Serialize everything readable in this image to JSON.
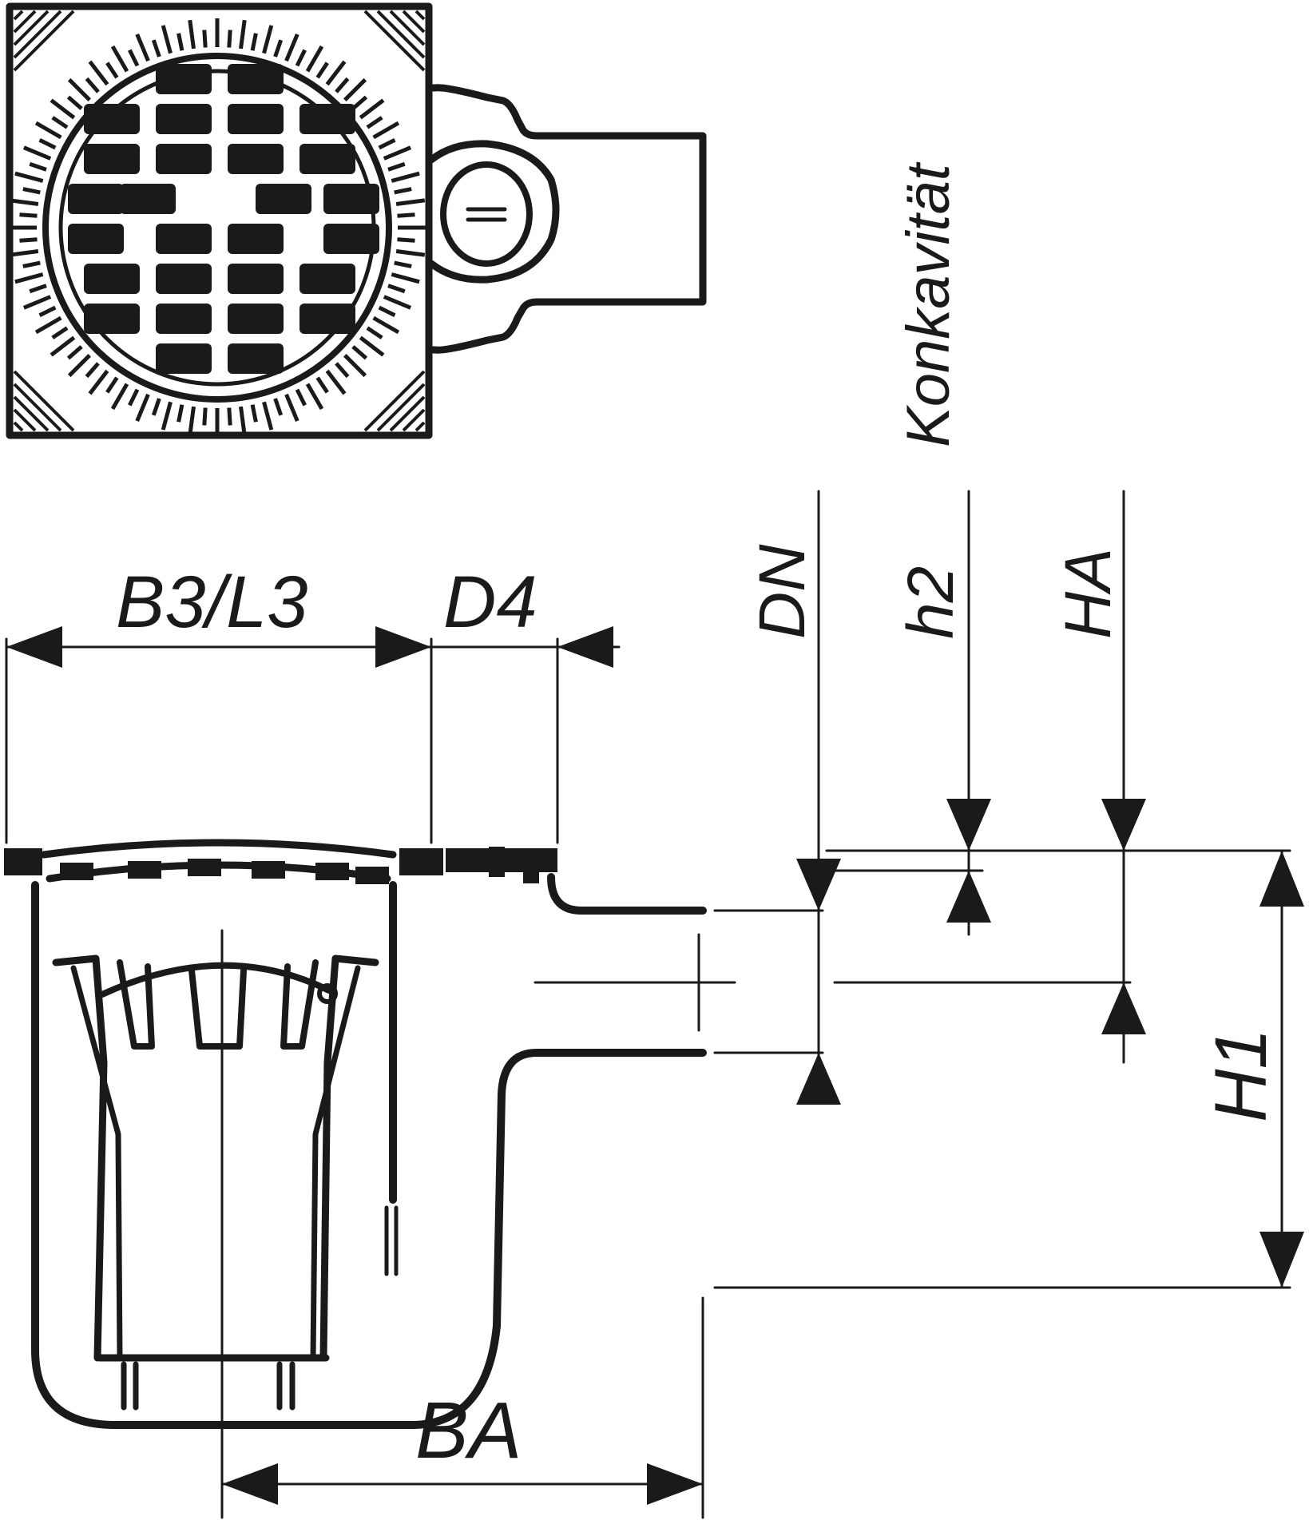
{
  "labels": {
    "konkavitaet": "Konkavität",
    "b3l3": "B3/L3",
    "d4": "D4",
    "dn": "DN",
    "h2": "h2",
    "ha": "HA",
    "h1": "H1",
    "ba": "BA",
    "outlet_mark": "="
  },
  "colors": {
    "ink": "#1a1a1a",
    "background": "#ffffff"
  }
}
